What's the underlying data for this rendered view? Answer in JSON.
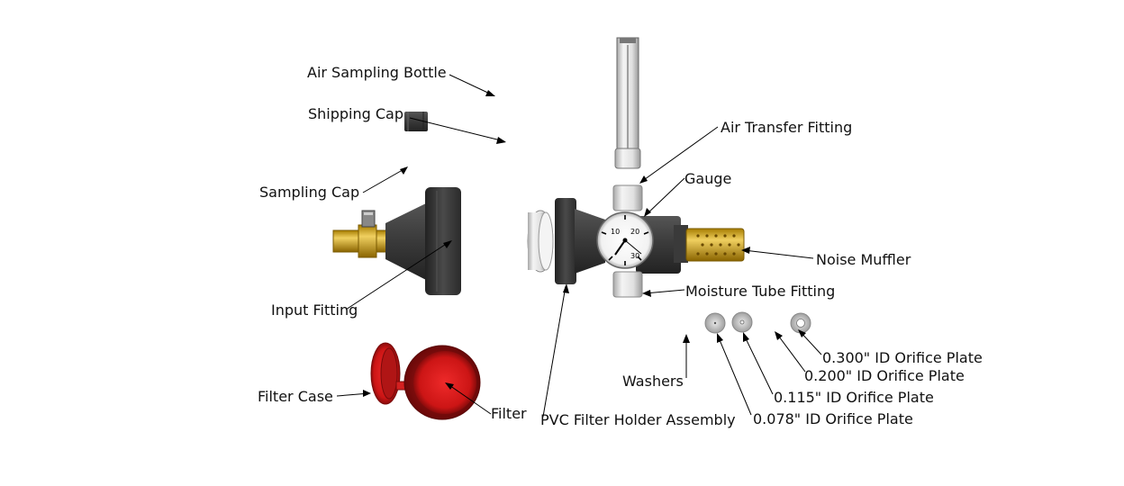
{
  "labels": {
    "air_sampling_bottle": "Air Sampling Bottle",
    "shipping_cap": "Shipping Cap",
    "sampling_cap": "Sampling Cap",
    "input_fitting": "Input Fitting",
    "filter_case": "Filter Case",
    "filter": "Filter",
    "pvc_filter_holder_assembly": "PVC Filter Holder Assembly",
    "air_transfer_fitting": "Air Transfer Fitting",
    "gauge": "Gauge",
    "noise_muffler": "Noise Muffler",
    "moisture_tube_fitting": "Moisture Tube Fitting",
    "washers": "Washers",
    "orifice_0_078": "0.078\" ID Orifice Plate",
    "orifice_0_115": "0.115\" ID Orifice Plate",
    "orifice_0_200": "0.200\" ID Orifice Plate",
    "orifice_0_300": "0.300\" ID Orifice Plate"
  },
  "gauge_ticks": {
    "t10": "10",
    "t20": "20",
    "t30": "30"
  },
  "colors": {
    "dark_part": "#3a3a3a",
    "brass": "#c9a227",
    "filter_red": "#d42020",
    "aluminum": "#d9d9d9"
  }
}
